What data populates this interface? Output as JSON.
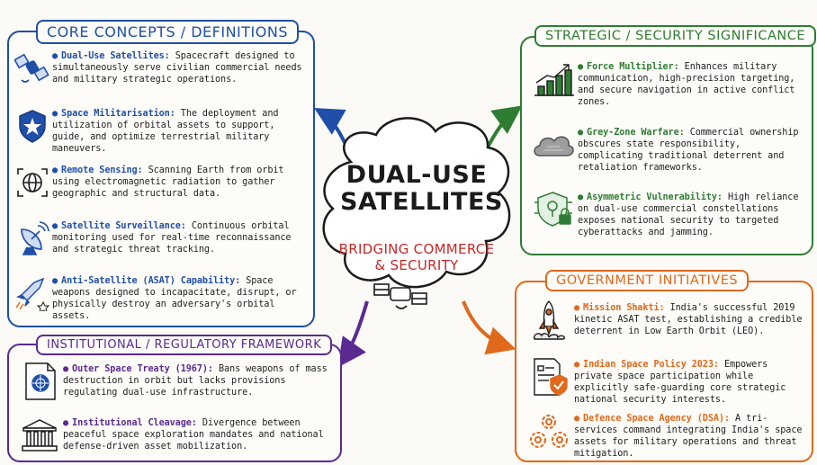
{
  "center": {
    "title_line1": "DUAL-USE",
    "title_line2": "SATELLITES",
    "subtitle_line1": "BRIDGING COMMERCE",
    "subtitle_line2": "& SECURITY"
  },
  "core": {
    "title": "CORE CONCEPTS / DEFINITIONS",
    "items": [
      {
        "term": "Dual-Use Satellites:",
        "text": "Spacecraft designed to simultaneously serve civilian commercial needs and military strategic operations.",
        "icon": "satellite-icon"
      },
      {
        "term": "Space Militarisation:",
        "text": "The deployment and utilization of orbital assets to support, guide, and optimize terrestrial military maneuvers.",
        "icon": "shield-star-icon"
      },
      {
        "term": "Remote Sensing:",
        "text": "Scanning Earth from orbit using electromagnetic radiation to gather geographic and structural data.",
        "icon": "globe-scan-icon"
      },
      {
        "term": "Satellite Surveillance:",
        "text": "Continuous orbital monitoring used for real-time reconnaissance and strategic threat tracking.",
        "icon": "satellite-dish-icon"
      },
      {
        "term": "Anti-Satellite (ASAT) Capability:",
        "text": "Space weapons designed to incapacitate, disrupt, or physically destroy an adversary's orbital assets.",
        "icon": "missile-icon"
      }
    ]
  },
  "strategic": {
    "title": "STRATEGIC / SECURITY SIGNIFICANCE",
    "items": [
      {
        "term": "Force Multiplier:",
        "text": "Enhances military communication, high-precision targeting, and secure navigation in active conflict zones.",
        "icon": "bar-chart-icon"
      },
      {
        "term": "Grey-Zone Warfare:",
        "text": "Commercial ownership obscures state responsibility, complicating traditional deterrent and retaliation frameworks.",
        "icon": "cloud-icon"
      },
      {
        "term": "Asymmetric Vulnerability:",
        "text": "High reliance on dual-use commercial constellations exposes national security to targeted cyberattacks and jamming.",
        "icon": "shield-lock-icon"
      }
    ]
  },
  "institutional": {
    "title": "INSTITUTIONAL / REGULATORY FRAMEWORK",
    "items": [
      {
        "term": "Outer Space Treaty (1967):",
        "text": "Bans weapons of mass destruction in orbit but lacks provisions regulating dual-use infrastructure.",
        "icon": "un-document-icon"
      },
      {
        "term": "Institutional Cleavage:",
        "text": "Divergence between peaceful space exploration mandates and national defense-driven asset mobilization.",
        "icon": "institution-icon"
      }
    ]
  },
  "government": {
    "title": "GOVERNMENT INITIATIVES",
    "items": [
      {
        "term": "Mission Shakti:",
        "text": "India's successful 2019 kinetic ASAT test, establishing a credible deterrent in Low Earth Orbit (LEO).",
        "icon": "rocket-icon"
      },
      {
        "term": "Indian Space Policy 2023:",
        "text": "Empowers private space participation while explicitly safe-guarding core strategic national security interests.",
        "icon": "policy-document-icon"
      },
      {
        "term": "Defence Space Agency (DSA):",
        "text": "A tri-services command integrating India's space assets for military operations and threat mitigation.",
        "icon": "gears-icon"
      }
    ]
  },
  "colors": {
    "blue": "#1f4fa8",
    "green": "#2e7d32",
    "orange": "#e0691b",
    "purple": "#5b2a91",
    "red": "#c62828"
  }
}
